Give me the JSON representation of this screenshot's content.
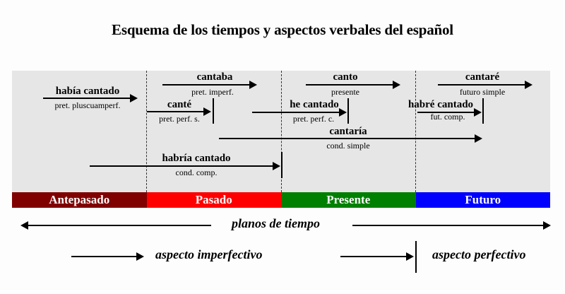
{
  "title": "Esquema de los tiempos y aspectos verbales del español",
  "colors": {
    "panel_bg": "#e6e6e6",
    "antepasado": "#800000",
    "pasado": "#ff0000",
    "presente": "#008000",
    "futuro": "#0000ff"
  },
  "tenses": [
    {
      "form": "había cantado",
      "name": "pret. pluscuamperf.",
      "aspect": "imperfectivo"
    },
    {
      "form": "cantaba",
      "name": "pret. imperf.",
      "aspect": "imperfectivo"
    },
    {
      "form": "canté",
      "name": "pret. perf. s.",
      "aspect": "perfectivo"
    },
    {
      "form": "canto",
      "name": "presente",
      "aspect": "imperfectivo"
    },
    {
      "form": "he cantado",
      "name": "pret. perf. c.",
      "aspect": "perfectivo"
    },
    {
      "form": "cantaré",
      "name": "futuro simple",
      "aspect": "imperfectivo"
    },
    {
      "form": "habré cantado",
      "name": "fut. comp.",
      "aspect": "perfectivo"
    },
    {
      "form": "cantaría",
      "name": "cond. simple",
      "aspect": "imperfectivo"
    },
    {
      "form": "habría cantado",
      "name": "cond. comp.",
      "aspect": "perfectivo"
    }
  ],
  "planes": [
    {
      "label": "Antepasado"
    },
    {
      "label": "Pasado"
    },
    {
      "label": "Presente"
    },
    {
      "label": "Futuro"
    }
  ],
  "legend": {
    "planes_label": "planos de tiempo",
    "imperfective_label": "aspecto imperfectivo",
    "perfective_label": "aspecto perfectivo"
  }
}
